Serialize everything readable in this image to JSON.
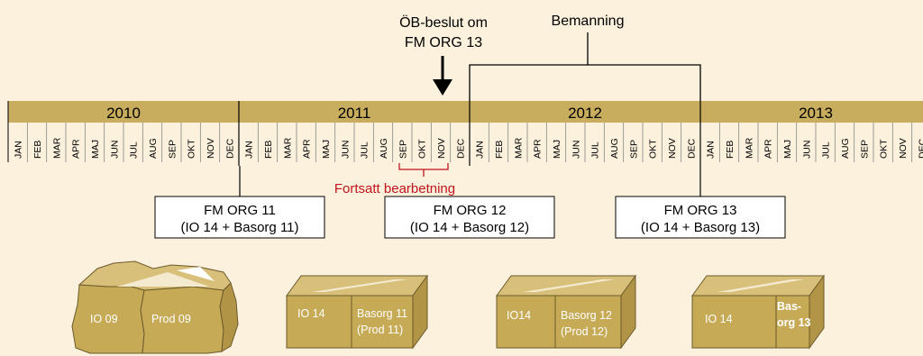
{
  "decision": {
    "line1": "ÖB-beslut om",
    "line2": "FM ORG 13"
  },
  "staffing_label": "Bemanning",
  "years": [
    "2010",
    "2011",
    "2012",
    "2013"
  ],
  "months": [
    "JAN",
    "FEB",
    "MAR",
    "APR",
    "MAJ",
    "JUN",
    "JUL",
    "AUG",
    "SEP",
    "OKT",
    "NOV",
    "DEC"
  ],
  "continued_processing": "Fortsatt bearbetning",
  "orgs": [
    {
      "title": "FM ORG 11",
      "subtitle": "(IO 14 + Basorg 11)"
    },
    {
      "title": "FM ORG 12",
      "subtitle": "(IO 14 + Basorg 12)"
    },
    {
      "title": "FM ORG 13",
      "subtitle": "(IO 14 + Basorg 13)"
    }
  ],
  "boxes": [
    {
      "left": "IO 09",
      "right": "Prod 09"
    },
    {
      "left": "IO 14",
      "right_line1": "Basorg 11",
      "right_line2": "(Prod 11)"
    },
    {
      "left": "IO14",
      "right_line1": "Basorg 12",
      "right_line2": "(Prod 12)"
    },
    {
      "left": "IO 14",
      "right_line1": "Bas-",
      "right_line2": "org 13"
    }
  ],
  "colors": {
    "background": "#fbf1dd",
    "band": "#c8ad5f",
    "box": "#c6aa55",
    "accent": "#c0141c"
  }
}
